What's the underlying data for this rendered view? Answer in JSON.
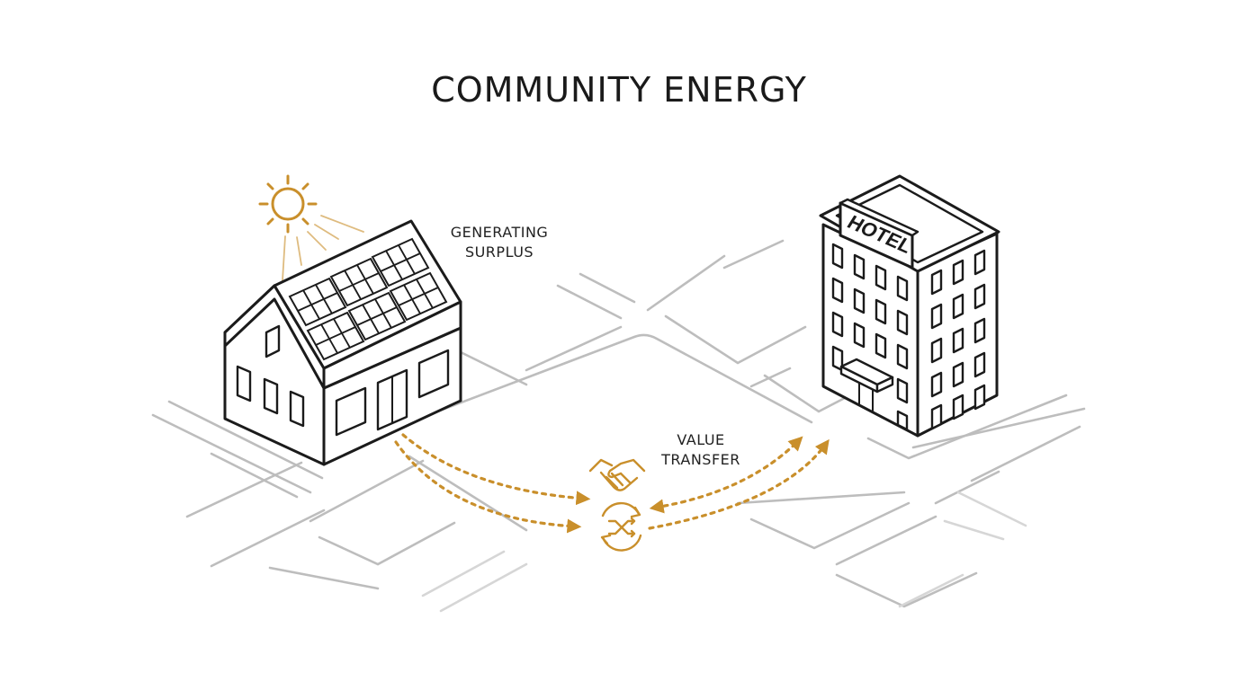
{
  "title": "COMMUNITY ENERGY",
  "labels": {
    "generating": [
      "GENERATING",
      "SURPLUS"
    ],
    "value_transfer": [
      "VALUE",
      "TRANSFER"
    ],
    "hotel_sign": "HOTEL"
  },
  "nodes": [
    {
      "id": "solar-house",
      "icon": "house-with-solar-panels-icon"
    },
    {
      "id": "hotel",
      "icon": "hotel-building-icon"
    },
    {
      "id": "sun",
      "icon": "sun-icon"
    },
    {
      "id": "handshake",
      "icon": "handshake-icon"
    },
    {
      "id": "exchange",
      "icon": "exchange-cycle-icon"
    }
  ],
  "edges": [
    {
      "from": "solar-house",
      "to": "handshake"
    },
    {
      "from": "solar-house",
      "to": "exchange"
    },
    {
      "from": "hotel",
      "to": "exchange"
    },
    {
      "from": "exchange",
      "to": "hotel"
    }
  ],
  "colors": {
    "accent": "#c98f2b",
    "line": "#1b1b1b",
    "road": "#bdbdbd"
  }
}
